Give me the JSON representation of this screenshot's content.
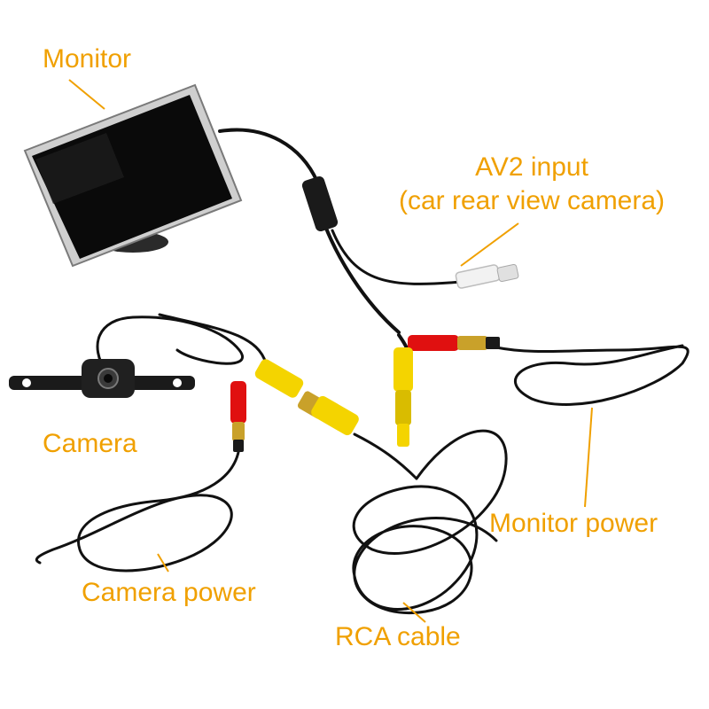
{
  "labels": {
    "monitor": "Monitor",
    "av2_line1": "AV2 input",
    "av2_line2": "(car rear view camera)",
    "camera": "Camera",
    "monitor_power": "Monitor power",
    "camera_power": "Camera power",
    "rca_cable": "RCA cable"
  },
  "colors": {
    "label": "#f0a000",
    "cable": "#111111",
    "yellow_plug": "#f4d400",
    "red_plug": "#e01010",
    "white_plug": "#f2f2f2",
    "screen": "#0a0a0a",
    "bezel": "#c8c8c8"
  }
}
